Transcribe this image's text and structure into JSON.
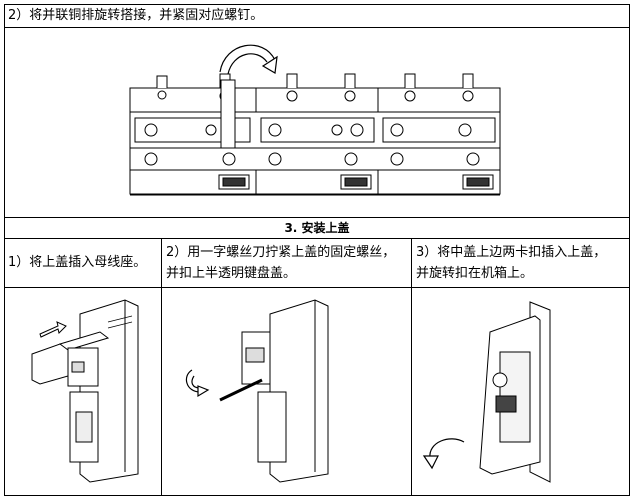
{
  "step2": {
    "text": "2）将并联铜排旋转搭接，并紧固对应螺钉。"
  },
  "section3": {
    "title": "3. 安装上盖",
    "col1": {
      "text": "1）将上盖插入母线座。"
    },
    "col2": {
      "line1": "2）用一字螺丝刀拧紧上盖的固定螺丝，",
      "line2": "并扣上半透明键盘盖。"
    },
    "col3": {
      "line1": "3）将中盖上边两卡扣插入上盖，",
      "line2": "并旋转扣在机箱上。"
    }
  }
}
